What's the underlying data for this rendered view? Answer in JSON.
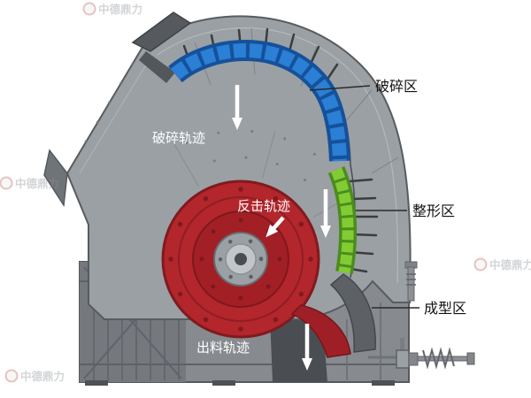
{
  "zones": {
    "crushing": {
      "label": "破碎区"
    },
    "shaping": {
      "label": "整形区"
    },
    "forming": {
      "label": "成型区"
    }
  },
  "trajectories": {
    "crushing": {
      "label": "破碎轨迹"
    },
    "rebound": {
      "label": "反击轨迹"
    },
    "discharge": {
      "label": "出料轨迹"
    }
  },
  "watermark": {
    "brand": "中德鼎力"
  },
  "colors": {
    "housing": "#9aa0a4",
    "housing_dark": "#55595d",
    "liner_blue": "#2b7fd4",
    "liner_green": "#82cc33",
    "rotor_red": "#b3262c",
    "label_text": "#111111",
    "trajectory_text": "#ffffff"
  }
}
